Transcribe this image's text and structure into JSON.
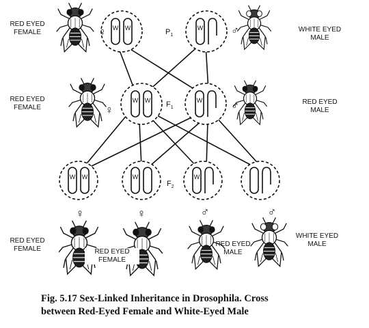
{
  "labels": {
    "p1_female": "RED EYED\nFEMALE",
    "p1_male": "WHITE EYED\nMALE",
    "f1_female": "RED EYED\nFEMALE",
    "f1_male": "RED EYED\nMALE",
    "f2_red_female_left": "RED EYED\nFEMALE",
    "f2_red_female_center": "RED EYED\nFEMALE",
    "f2_red_male": "RED EYED\nMALE",
    "f2_white_male": "WHITE EYED\nMALE"
  },
  "generations": {
    "p1": "P",
    "p1_sub": "1",
    "f1": "F",
    "f1_sub": "1",
    "f2": "F",
    "f2_sub": "2"
  },
  "allele": "W",
  "symbols": {
    "female": "♀",
    "male": "♂"
  },
  "caption": {
    "line1": "Fig. 5.17 Sex-Linked Inheritance in Drosophila. Cross",
    "line2": "between Red-Eyed Female and White-Eyed Male"
  }
}
